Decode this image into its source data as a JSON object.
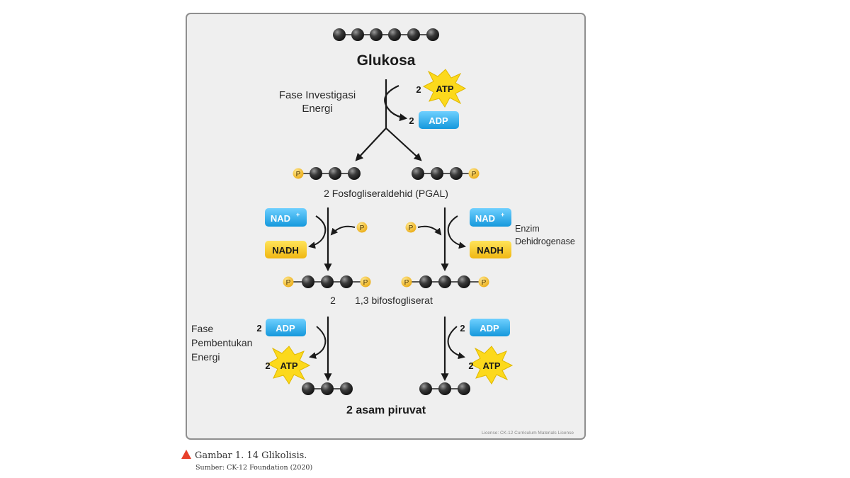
{
  "diagram": {
    "glucose_label": "Glukosa",
    "investment_phase": [
      "Fase Investigasi",
      "Energi"
    ],
    "pgal_label": "2 Fosfogliseraldehid (PGAL)",
    "enzyme_label": [
      "Enzim",
      "Dehidrogenase"
    ],
    "bpg_coeff": "2",
    "bpg_label": "1,3 bifosfogliserat",
    "payoff_phase": [
      "Fase",
      "Pembentukan",
      "Energi"
    ],
    "pyruvate_label": "2 asam piruvat",
    "license": "License: CK-12 Curriculum Materials License",
    "coefficient_two": "2",
    "molecules": {
      "atp": "ATP",
      "adp": "ADP",
      "nadh": "NADH",
      "nad": "NAD",
      "nad_charge": "+",
      "phosphate": "P"
    },
    "colors": {
      "carbon": "#2b2b2b",
      "phosphate": "#f3b61f",
      "atp_star": "#fcd91c",
      "adp_badge": "#22a8e6",
      "nadh_badge": "#f6c91c",
      "arrow": "#1a1a1a"
    }
  },
  "caption": {
    "title": "Gambar 1. 14 Glikolisis.",
    "source": "Sumber: CK-12 Foundation (2020)"
  }
}
